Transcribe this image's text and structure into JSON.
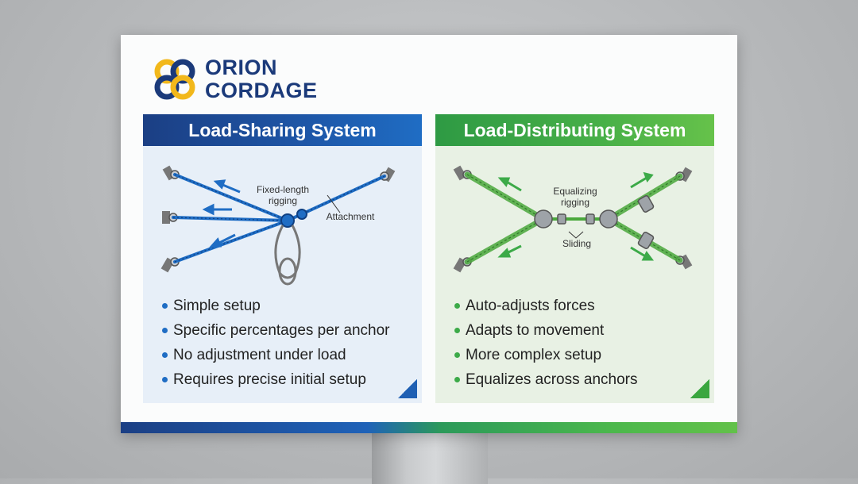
{
  "brand": {
    "line1": "ORION",
    "line2": "CORDAGE",
    "logo_icon": "interlocking-rings-logo",
    "colors": {
      "navy": "#1b3a7a",
      "gold": "#f2b81b"
    }
  },
  "panels": [
    {
      "title": "Load-Sharing System",
      "accent": "#1f6dc4",
      "diagram": {
        "label_rigging_1": "Fixed-length",
        "label_rigging_2": "rigging",
        "label_attachment": "Attachment"
      },
      "bullets": [
        "Simple setup",
        "Specific percentages per anchor",
        "No adjustment under load",
        "Requires precise initial setup"
      ]
    },
    {
      "title": "Load-Distributing System",
      "accent": "#3caa48",
      "diagram": {
        "label_rigging_1": "Equalizing",
        "label_rigging_2": "rigging",
        "label_sliding": "Sliding"
      },
      "bullets": [
        "Auto-adjusts forces",
        "Adapts to movement",
        "More complex setup",
        "Equalizes across anchors"
      ]
    }
  ]
}
